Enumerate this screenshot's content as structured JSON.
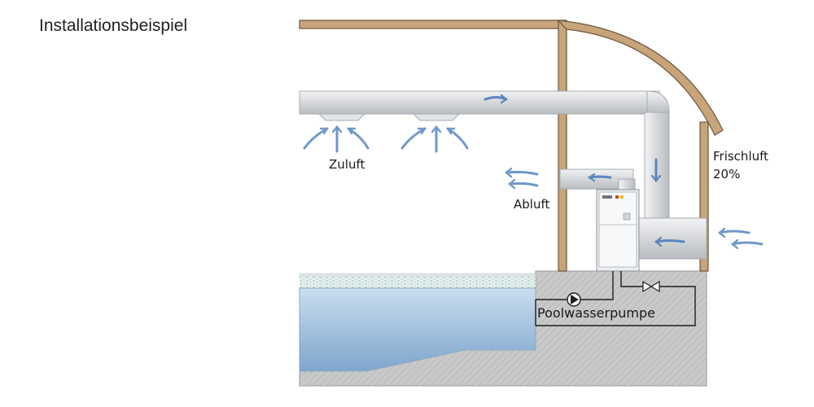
{
  "title": "Installationsbeispiel",
  "labels": {
    "supply_air": "Zuluft",
    "exhaust_air": "Abluft",
    "fresh_air": "Frischluft",
    "fresh_air_percent": "20%",
    "pool_pump": "Poolwasserpumpe"
  },
  "colors": {
    "wall": "#c8a47a",
    "duct": "#d9dbde",
    "water": "#9fc0dc",
    "ground": "#c8c8c8",
    "arrow": "#6f99c9"
  }
}
